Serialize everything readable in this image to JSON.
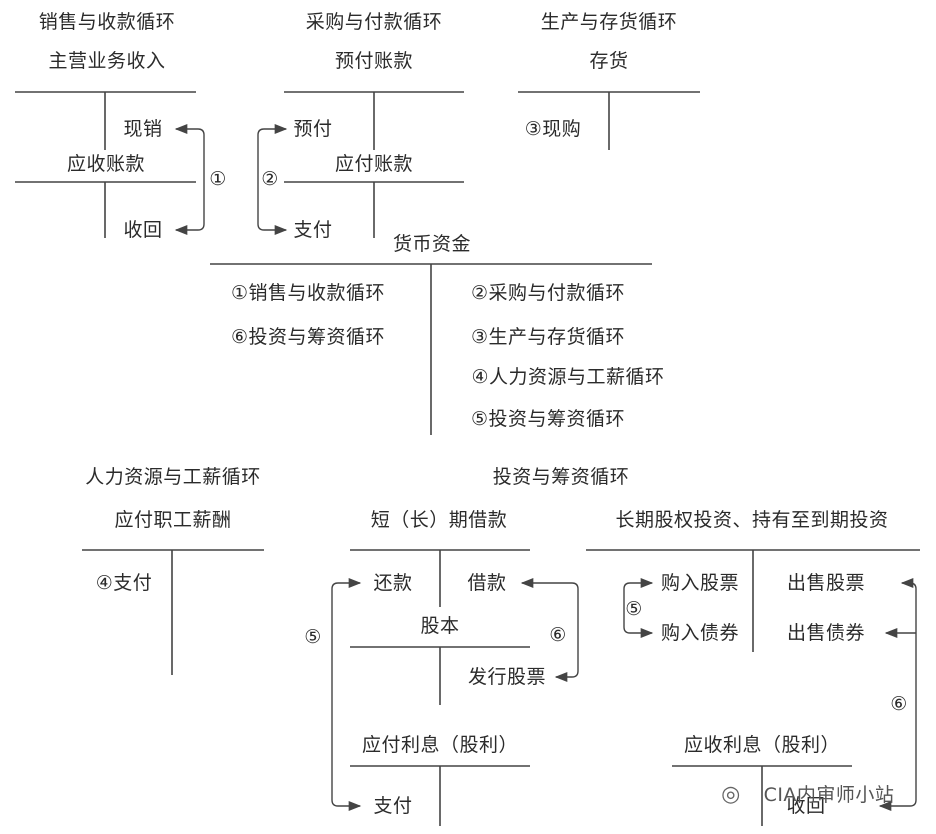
{
  "sales": {
    "cycle_title": "销售与收款循环",
    "acct_main": "主营业务收入",
    "cash_sale": "现销",
    "acct_ar": "应收账款",
    "collect": "收回",
    "num": "①"
  },
  "purchase": {
    "cycle_title": "采购与付款循环",
    "acct_prepay": "预付账款",
    "prepay": "预付",
    "acct_ap": "应付账款",
    "pay": "支付",
    "num": "②"
  },
  "production": {
    "cycle_title": "生产与存货循环",
    "acct_inventory": "存货",
    "cash_purchase": "③现购"
  },
  "cash": {
    "acct": "货币资金",
    "debit": [
      "①销售与收款循环",
      "⑥投资与筹资循环"
    ],
    "credit": [
      "②采购与付款循环",
      "③生产与存货循环",
      "④人力资源与工薪循环",
      "⑤投资与筹资循环"
    ]
  },
  "hr": {
    "cycle_title": "人力资源与工薪循环",
    "acct_payroll": "应付职工薪酬",
    "pay": "④支付"
  },
  "invest": {
    "cycle_title": "投资与筹资循环",
    "acct_borrow": "短（长）期借款",
    "repay": "还款",
    "borrow": "借款",
    "acct_equity": "股本",
    "issue": "发行股票",
    "acct_interest_payable": "应付利息（股利）",
    "pay": "支付",
    "num5": "⑤",
    "num6": "⑥",
    "acct_lt_invest": "长期股权投资、持有至到期投资",
    "buy_stock": "购入股票",
    "buy_bond": "购入债券",
    "sell_stock": "出售股票",
    "sell_bond": "出售债券",
    "r_num5": "⑤",
    "r_num6": "⑥",
    "acct_interest_receivable": "应收利息（股利）",
    "collect": "收回"
  },
  "watermark": {
    "text": "CIA内审师小站",
    "icon": "wechat-icon"
  }
}
